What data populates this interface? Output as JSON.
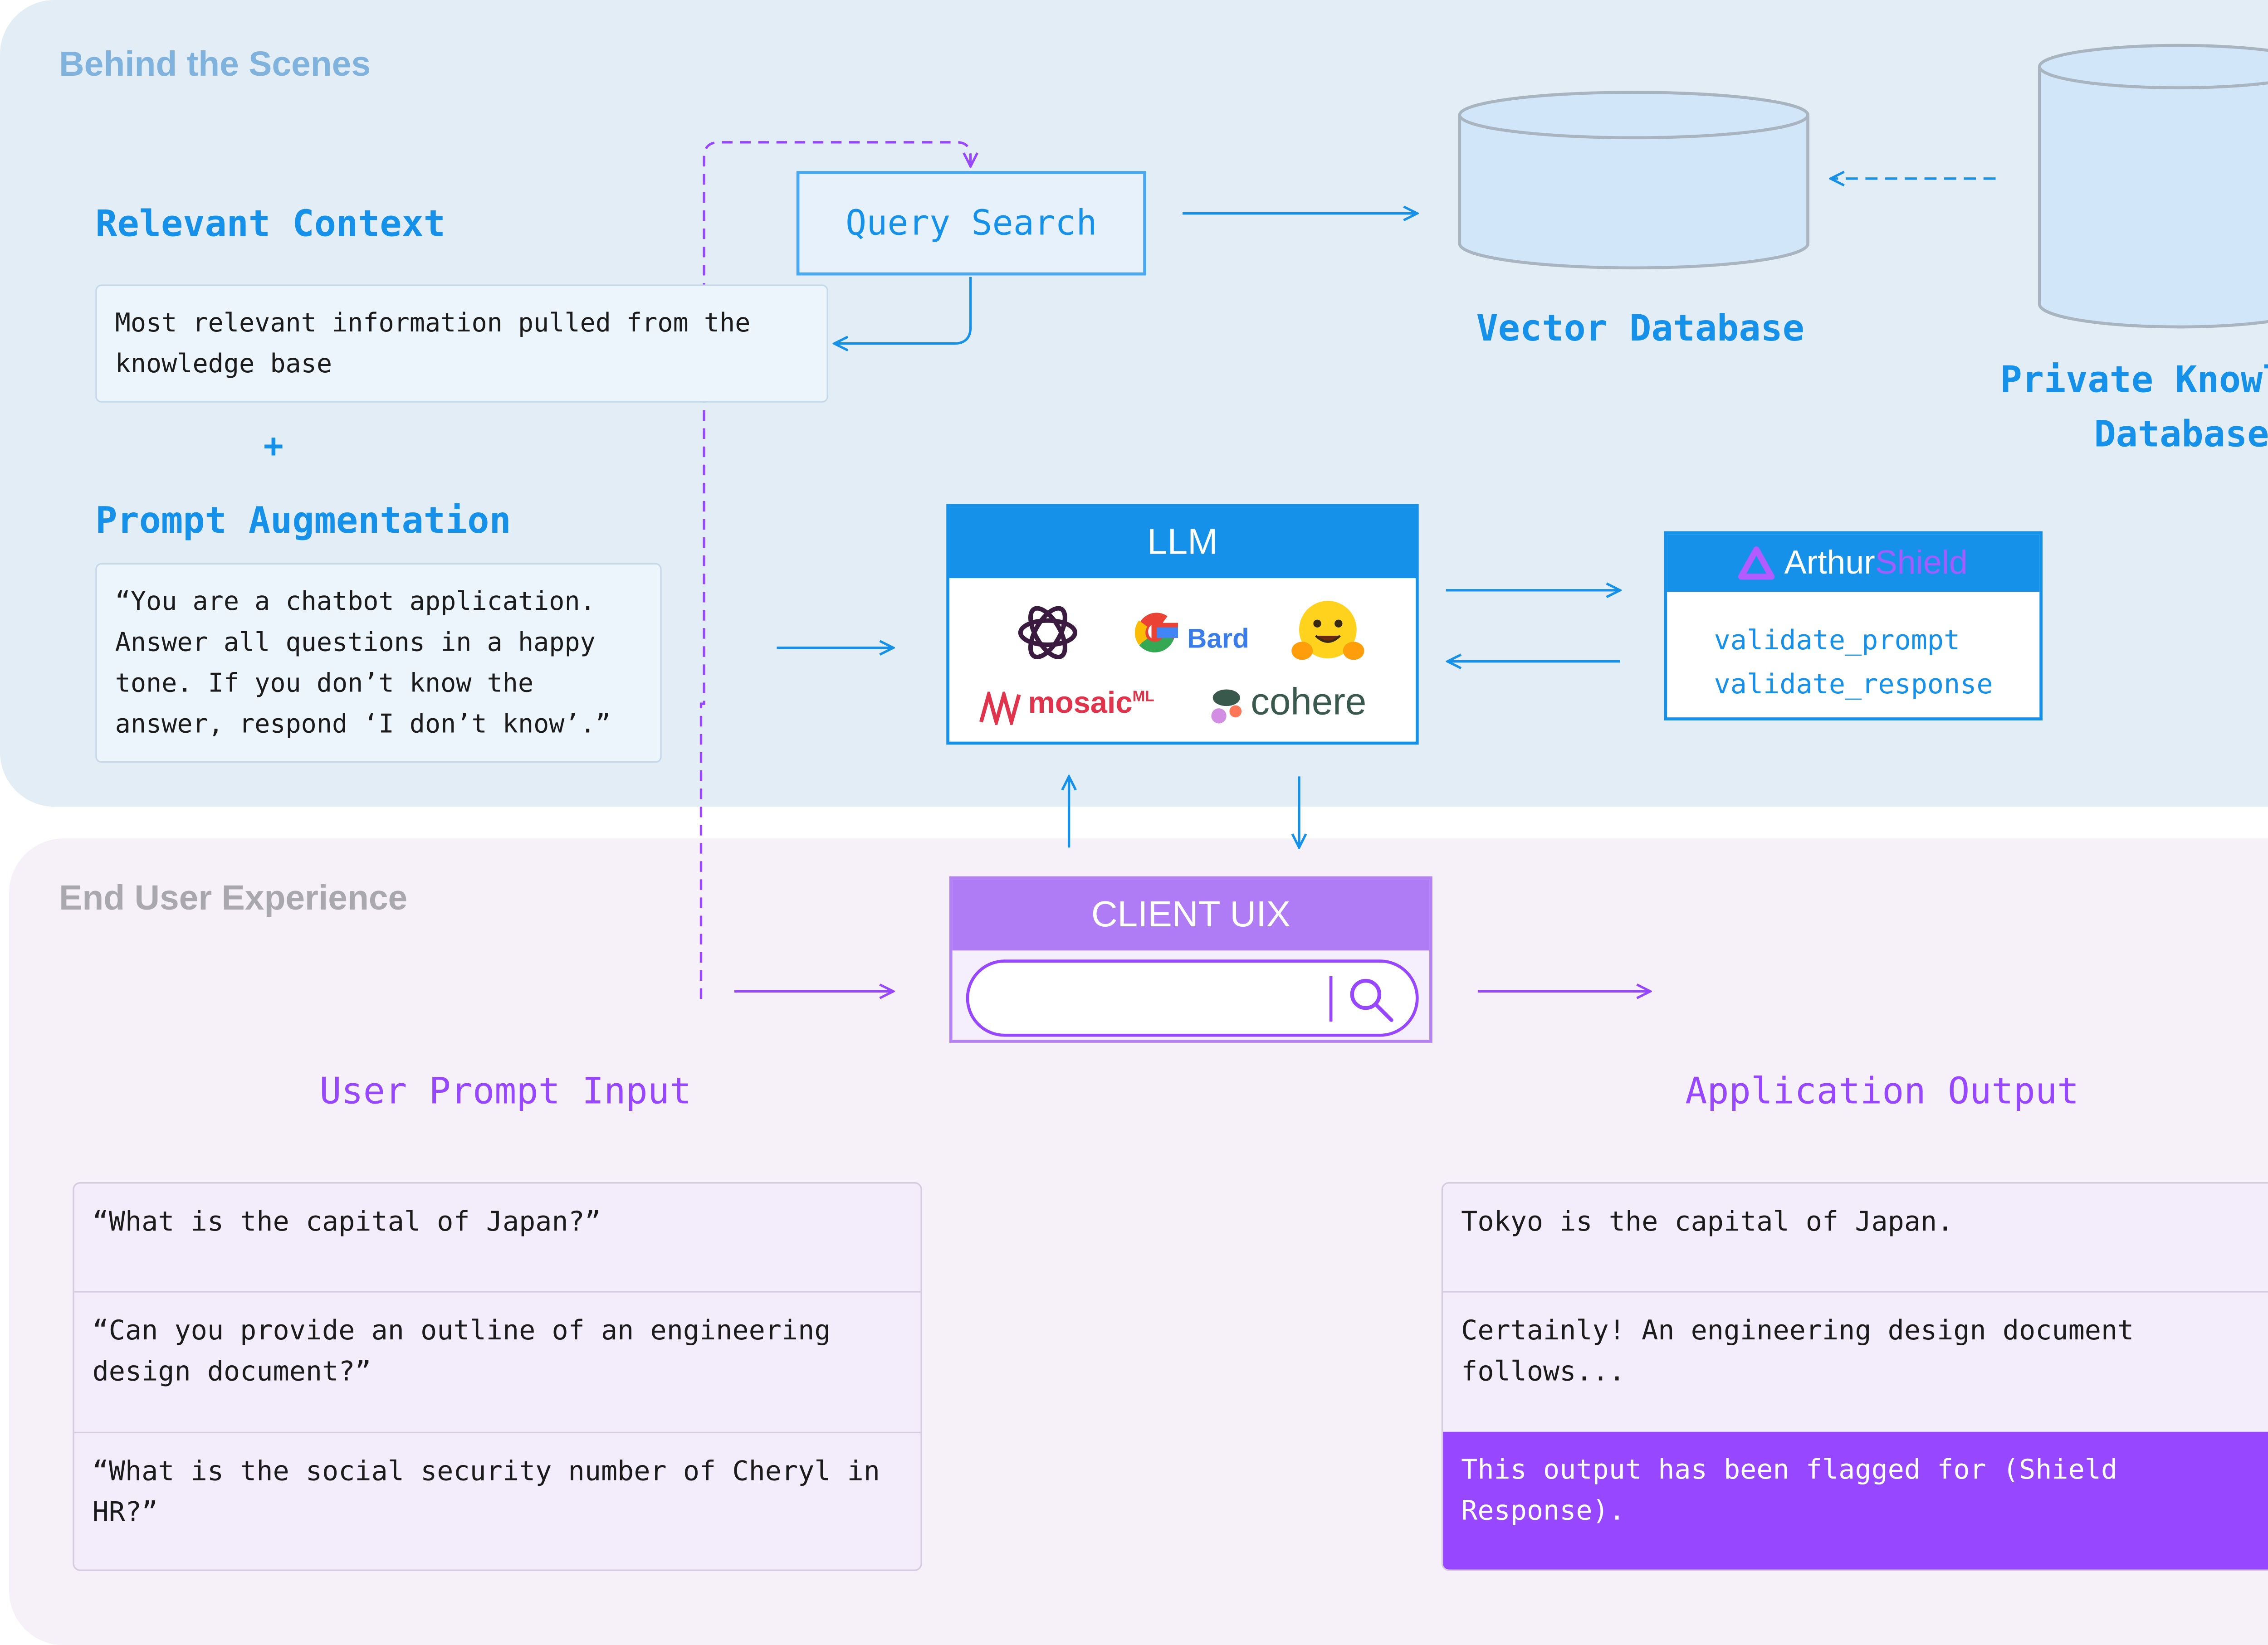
{
  "sections": {
    "top_title": "Behind the Scenes",
    "bottom_title": "End User Experience"
  },
  "relevant_context": {
    "heading": "Relevant Context",
    "text": "Most relevant information pulled from the\nknowledge base"
  },
  "plus": "+",
  "prompt_augmentation": {
    "heading": "Prompt Augmentation",
    "text": "“You are a chatbot application.\nAnswer all questions in a happy\ntone. If you don’t know the\nanswer, respond ‘I don’t know’.”"
  },
  "query_search": "Query Search",
  "vector_database": "Vector Database",
  "private_database": {
    "line1": "Private Knowledge",
    "line2": "Database"
  },
  "llm": {
    "title": "LLM",
    "providers": {
      "openai_icon": "openai-logo",
      "bard_label": "Bard",
      "huggingface_icon": "hugging-face-emoji",
      "mosaic_label": "mosaic",
      "mosaic_sup": "ML",
      "cohere_label": "cohere"
    }
  },
  "shield": {
    "brand": "Arthur",
    "product": "Shield",
    "functions": [
      "validate_prompt",
      "validate_response"
    ]
  },
  "client_uix": {
    "title": "CLIENT UIX",
    "search_icon": "search-icon"
  },
  "user_prompt_input": {
    "heading": "User Prompt Input",
    "rows": [
      "“What is the capital of Japan?”",
      "“Can you provide an outline of an engineering\ndesign document?”",
      "“What is the social security number of Cheryl in\nHR?”"
    ]
  },
  "application_output": {
    "heading": "Application Output",
    "rows": [
      "Tokyo is the capital of Japan.",
      "Certainly! An engineering design document follows...",
      "This output has been flagged for (Shield Response)."
    ]
  },
  "colors": {
    "blue": "#1591ea",
    "purple": "#9747ff",
    "light_purple": "#b07cf6",
    "top_panel": "#e3edf5",
    "bottom_panel": "#f6f1f9"
  }
}
